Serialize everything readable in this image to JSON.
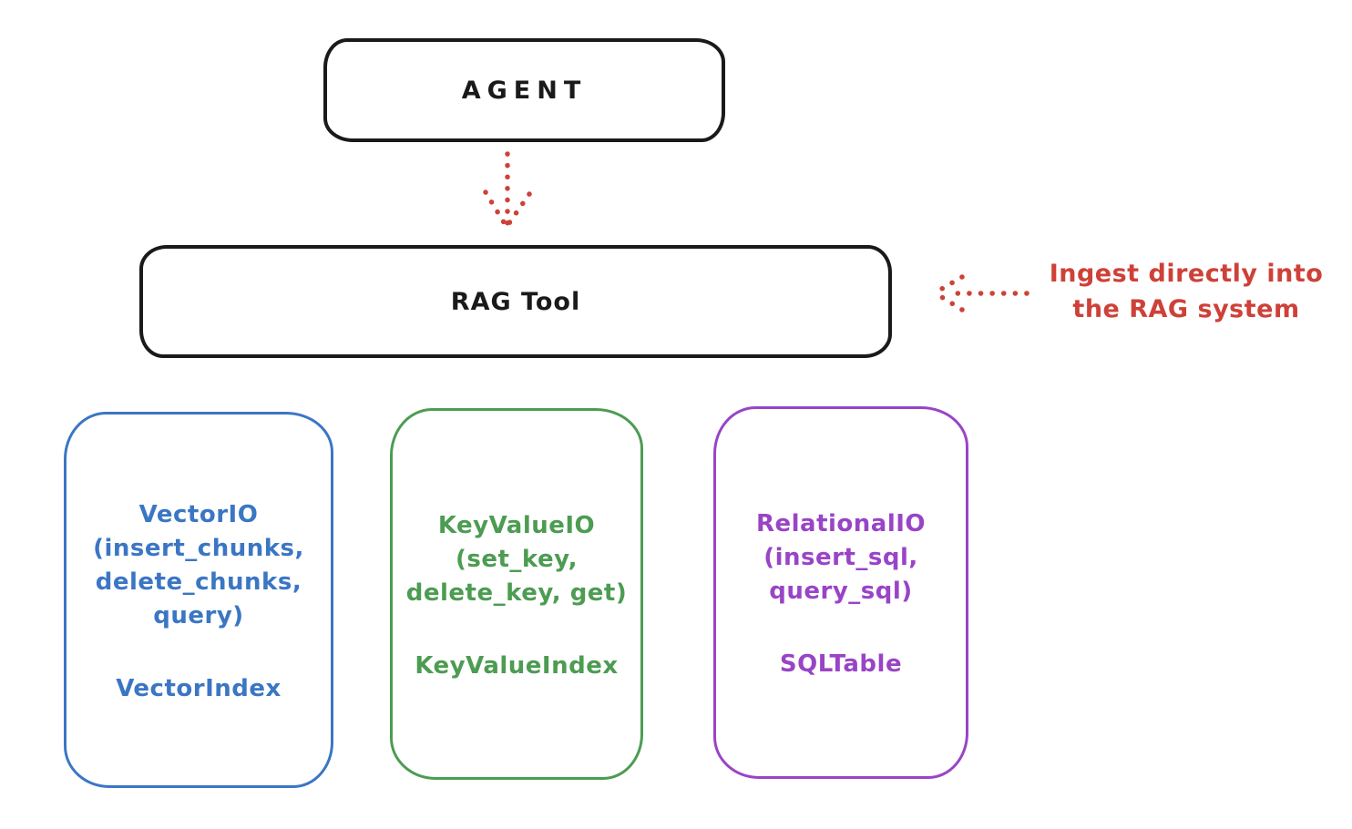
{
  "diagram": {
    "background": "#ffffff",
    "stroke_black": "#1a1a1a",
    "accent_red": "#ce4138"
  },
  "nodes": {
    "agent": {
      "label": "AGENT",
      "stroke_color": "#1a1a1a"
    },
    "rag_tool": {
      "label": "RAG Tool",
      "stroke_color": "#1a1a1a"
    }
  },
  "arrows": {
    "agent_to_rag": {
      "style": "dotted",
      "color": "#ce4138",
      "from": "AGENT",
      "to": "RAG Tool",
      "direction": "down"
    },
    "ingest": {
      "style": "dotted",
      "color": "#ce4138",
      "direction": "left",
      "points_to": "RAG Tool"
    }
  },
  "annotation": {
    "lines": [
      "Ingest directly into",
      "the RAG system"
    ],
    "color": "#ce4138"
  },
  "backends": [
    {
      "lines": [
        "VectorIO",
        "(insert_chunks,",
        "delete_chunks,",
        "query)"
      ],
      "index_label": "VectorIndex",
      "color": "#3b76c4"
    },
    {
      "lines": [
        "KeyValueIO",
        "(set_key,",
        "delete_key, get)"
      ],
      "index_label": "KeyValueIndex",
      "color": "#4c9c52"
    },
    {
      "lines": [
        "RelationalIO",
        "(insert_sql,",
        "query_sql)"
      ],
      "index_label": "SQLTable",
      "color": "#9944c7"
    }
  ]
}
